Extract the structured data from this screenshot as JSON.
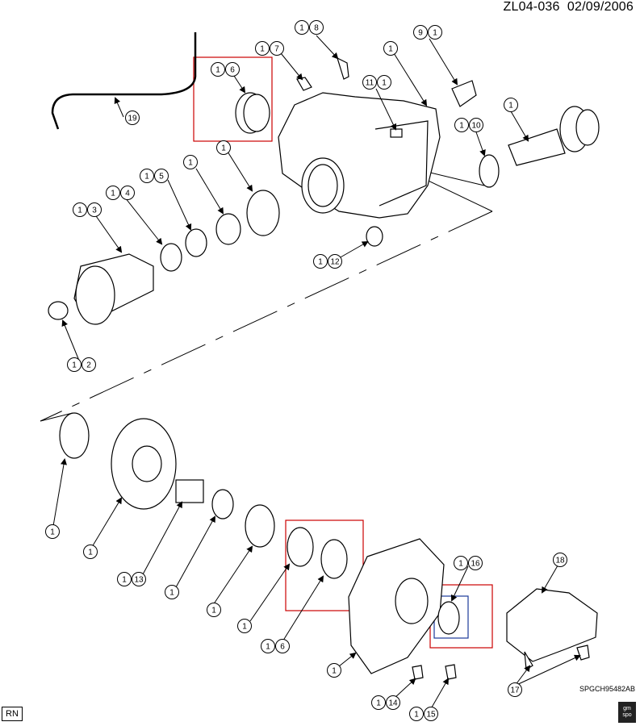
{
  "header": {
    "code": "ZL04-036",
    "date": "02/09/2006"
  },
  "footer": {
    "part_code": "SPGCH95482AB",
    "rn_label": "RN",
    "logo_text": "gm spo"
  },
  "callouts": [
    {
      "qty": "1",
      "ref": "8"
    },
    {
      "qty": "9",
      "ref": "1"
    },
    {
      "qty": "1",
      "ref": "7"
    },
    {
      "qty": "1",
      "ref": ""
    },
    {
      "qty": "1",
      "ref": "6"
    },
    {
      "qty": "11",
      "ref": "1"
    },
    {
      "qty": "1",
      "ref": ""
    },
    {
      "qty": "19",
      "ref": ""
    },
    {
      "qty": "1",
      "ref": "10"
    },
    {
      "qty": "1",
      "ref": ""
    },
    {
      "qty": "1",
      "ref": "5"
    },
    {
      "qty": "1",
      "ref": ""
    },
    {
      "qty": "1",
      "ref": "4"
    },
    {
      "qty": "1",
      "ref": "3"
    },
    {
      "qty": "1",
      "ref": "12"
    },
    {
      "qty": "1",
      "ref": "2"
    },
    {
      "qty": "1",
      "ref": ""
    },
    {
      "qty": "1",
      "ref": ""
    },
    {
      "qty": "1",
      "ref": "13"
    },
    {
      "qty": "1",
      "ref": ""
    },
    {
      "qty": "1",
      "ref": ""
    },
    {
      "qty": "1",
      "ref": ""
    },
    {
      "qty": "1",
      "ref": "6"
    },
    {
      "qty": "1",
      "ref": "16"
    },
    {
      "qty": "18",
      "ref": ""
    },
    {
      "qty": "1",
      "ref": ""
    },
    {
      "qty": "17",
      "ref": ""
    },
    {
      "qty": "1",
      "ref": "14"
    },
    {
      "qty": "1",
      "ref": "15"
    }
  ]
}
